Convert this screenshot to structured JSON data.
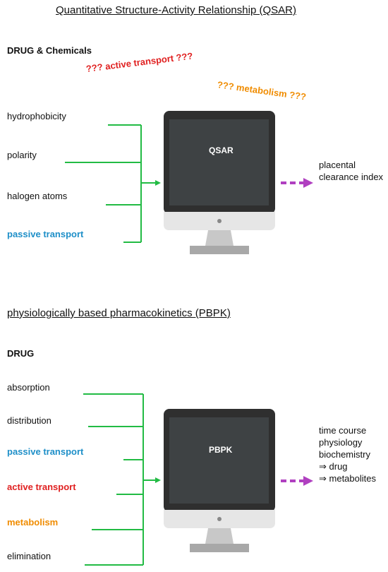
{
  "colors": {
    "green_line": "#22bb44",
    "purple_arrow": "#b040c0",
    "red": "#e02020",
    "orange": "#f08c00",
    "blue": "#1e8fc8",
    "monitor_bezel": "#2f2f2f",
    "monitor_screen": "#3e4244",
    "monitor_chin": "#e6e6e6",
    "monitor_stand": "#a8a8a8"
  },
  "qsar": {
    "title": "Quantitative Structure-Activity Relationship (QSAR)",
    "heading": "DRUG & Chemicals",
    "floating": [
      {
        "text": "??? active transport ???",
        "color": "#e02020"
      },
      {
        "text": "??? metabolism ???",
        "color": "#f08c00"
      }
    ],
    "inputs": [
      {
        "text": "hydrophobicity"
      },
      {
        "text": "polarity"
      },
      {
        "text": "halogen atoms"
      },
      {
        "text": "passive transport",
        "color": "#1e8fc8"
      }
    ],
    "screen_label": "QSAR",
    "output": "placental\nclearance index"
  },
  "pbpk": {
    "title": "physiologically based pharmacokinetics (PBPK)",
    "heading": "DRUG",
    "inputs": [
      {
        "text": "absorption"
      },
      {
        "text": "distribution"
      },
      {
        "text": "passive transport",
        "color": "#1e8fc8"
      },
      {
        "text": "active transport",
        "color": "#e02020"
      },
      {
        "text": "metabolism",
        "color": "#f08c00"
      },
      {
        "text": "elimination"
      }
    ],
    "screen_label": "PBPK",
    "output": "time course\nphysiology\nbiochemistry\n⇒ drug\n⇒ metabolites"
  }
}
